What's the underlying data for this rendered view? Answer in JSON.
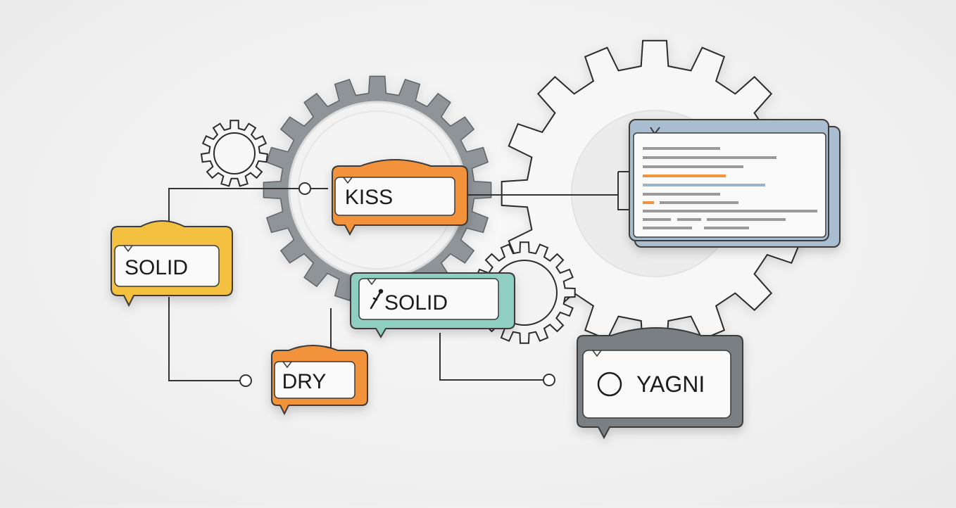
{
  "labels": {
    "solid_left": "SOLID",
    "kiss": "KISS",
    "solid_center": "SOLID",
    "dry": "DRY",
    "yagni": "YAGNI"
  },
  "colors": {
    "orange": "#f2933a",
    "yellow": "#f4c040",
    "teal": "#8ecfc2",
    "gray_tag": "#7a7f84",
    "gear_gray": "#8a8f94",
    "code_frame": "#a9bdd0",
    "line": "#333333"
  },
  "icons": {
    "solid_center": "wrench-icon",
    "yagni": "circle-icon"
  }
}
